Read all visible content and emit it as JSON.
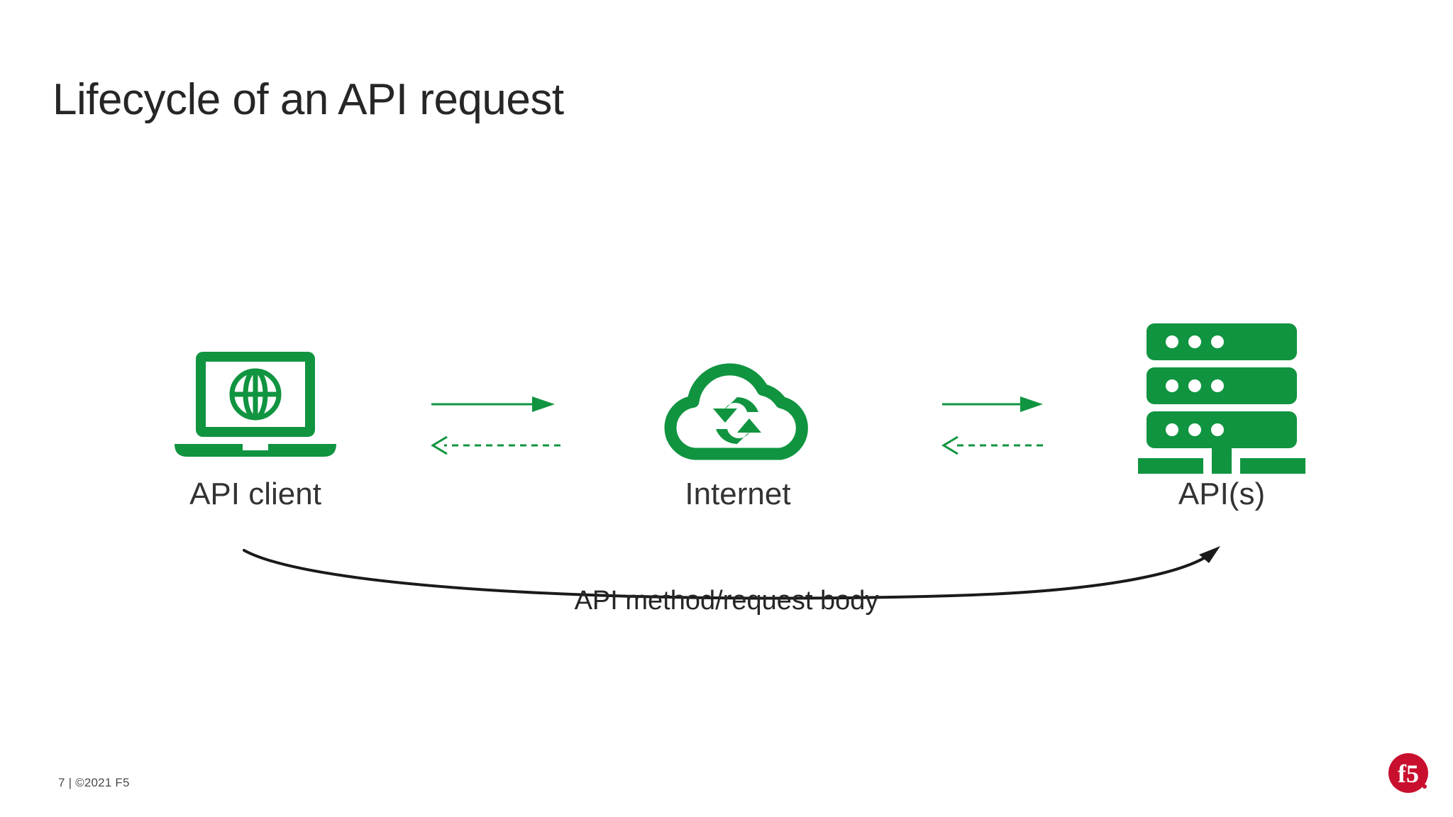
{
  "slide": {
    "title": "Lifecycle of an API request",
    "background_color": "#ffffff",
    "accent_green": "#109440",
    "text_color": "#262626",
    "brand_red": "#C8102E"
  },
  "diagram": {
    "nodes": [
      {
        "id": "api-client",
        "label": "API client",
        "icon": "laptop-globe-icon"
      },
      {
        "id": "internet",
        "label": "Internet",
        "icon": "cloud-sync-icon"
      },
      {
        "id": "apis",
        "label": "API(s)",
        "icon": "server-rack-icon"
      }
    ],
    "connectors": [
      {
        "id": "client-to-internet-request",
        "direction": "right",
        "style": "solid",
        "color": "#109440"
      },
      {
        "id": "internet-to-client-response",
        "direction": "left",
        "style": "dashed",
        "color": "#109440"
      },
      {
        "id": "internet-to-apis-request",
        "direction": "right",
        "style": "solid",
        "color": "#109440"
      },
      {
        "id": "apis-to-internet-response",
        "direction": "left",
        "style": "dashed",
        "color": "#109440"
      }
    ],
    "curved_connector": {
      "id": "client-to-apis-payload",
      "caption": "API method/request body",
      "direction": "right",
      "color": "#1a1a1a"
    }
  },
  "footer": {
    "note": "7 | ©2021 F5",
    "logo_text": "f5",
    "logo_name": "f5-logo"
  }
}
